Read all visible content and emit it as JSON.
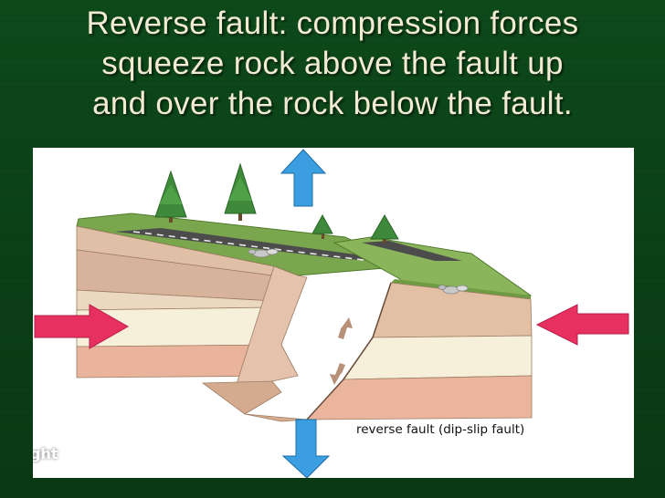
{
  "slide": {
    "title_lines": [
      "Reverse fault:  compression forces",
      "squeeze rock above the fault up",
      "and over the rock below the fault."
    ],
    "background_color": "#0b3f16",
    "title_color": "#f2ead2"
  },
  "figure": {
    "caption": "reverse fault  (dip-slip fault)",
    "edge_text": "ght",
    "layer_colors": {
      "topsoil_band": "#d8b79a",
      "upper_sandstone": "#efe3cf",
      "cream_layer": "#f7f1dd",
      "salmon_layer": "#e9b49b",
      "grass": "#7aa64d",
      "road": "#4c4c4c"
    },
    "arrow_colors": {
      "compression": "#e63060",
      "uplift": "#2f8fd6"
    },
    "icons": [
      "pine-tree-icon",
      "rock-pile-icon",
      "compression-arrow-icon",
      "uplift-arrow-icon",
      "slip-arrow-icon"
    ]
  }
}
